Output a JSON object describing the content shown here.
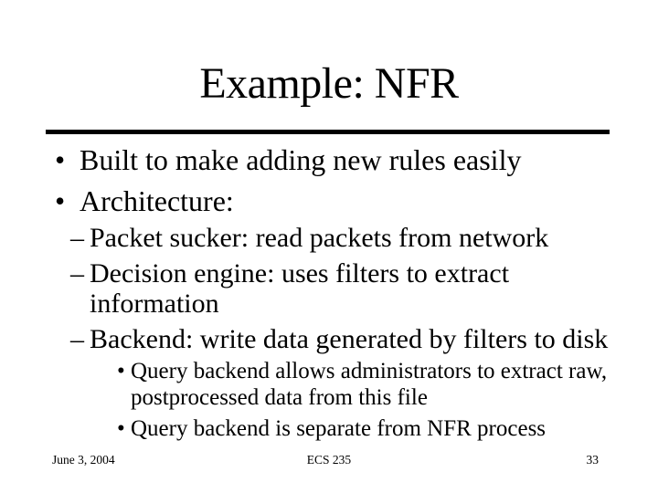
{
  "slide": {
    "title": "Example: NFR",
    "bullets": [
      {
        "level": 1,
        "marker": "•",
        "text": "Built to make adding new rules easily"
      },
      {
        "level": 1,
        "marker": "•",
        "text": "Architecture:"
      },
      {
        "level": 2,
        "marker": "–",
        "text": "Packet sucker: read packets from network"
      },
      {
        "level": 2,
        "marker": "–",
        "text": "Decision engine: uses filters to extract information"
      },
      {
        "level": 2,
        "marker": "–",
        "text": "Backend: write data generated by filters to disk"
      },
      {
        "level": 3,
        "marker": "•",
        "text": "Query backend allows administrators to extract raw, postprocessed data from this file"
      },
      {
        "level": 3,
        "marker": "•",
        "text": "Query backend is separate from NFR process"
      }
    ],
    "footer": {
      "date": "June 3, 2004",
      "course": "ECS 235",
      "page": "33"
    },
    "colors": {
      "background": "#ffffff",
      "text": "#000000",
      "rule": "#000000"
    }
  }
}
